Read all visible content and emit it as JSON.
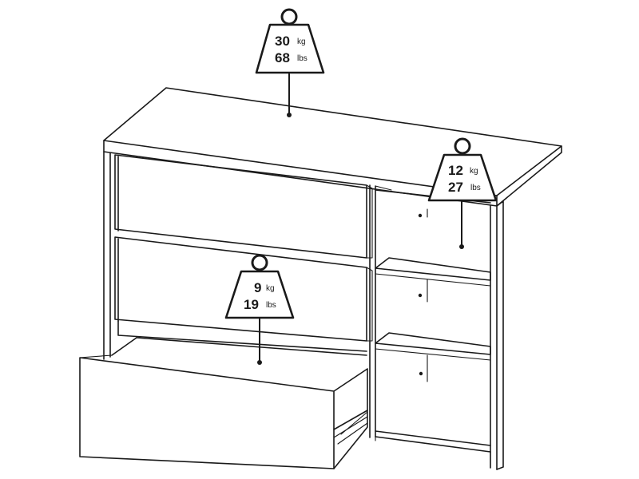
{
  "weights": [
    {
      "id": "top",
      "value": "30",
      "unit": "kg",
      "value_alt": "68",
      "unit_alt": "lbs"
    },
    {
      "id": "shelf",
      "value": "12",
      "unit": "kg",
      "value_alt": "27",
      "unit_alt": "lbs"
    },
    {
      "id": "drawer",
      "value": "9",
      "unit": "kg",
      "value_alt": "19",
      "unit_alt": "lbs"
    }
  ]
}
